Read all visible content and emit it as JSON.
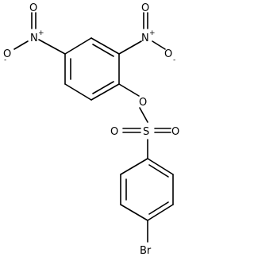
{
  "molecule": {
    "atoms": {
      "n1": "N",
      "n1_charge": "+",
      "o1": "O",
      "o1_charge": "-",
      "o2": "O",
      "n2": "N",
      "n2_charge": "+",
      "o3": "O",
      "o4": "O",
      "o4_charge": "-",
      "o5": "O",
      "s": "S",
      "o6": "O",
      "o7": "O",
      "br": "Br"
    }
  }
}
